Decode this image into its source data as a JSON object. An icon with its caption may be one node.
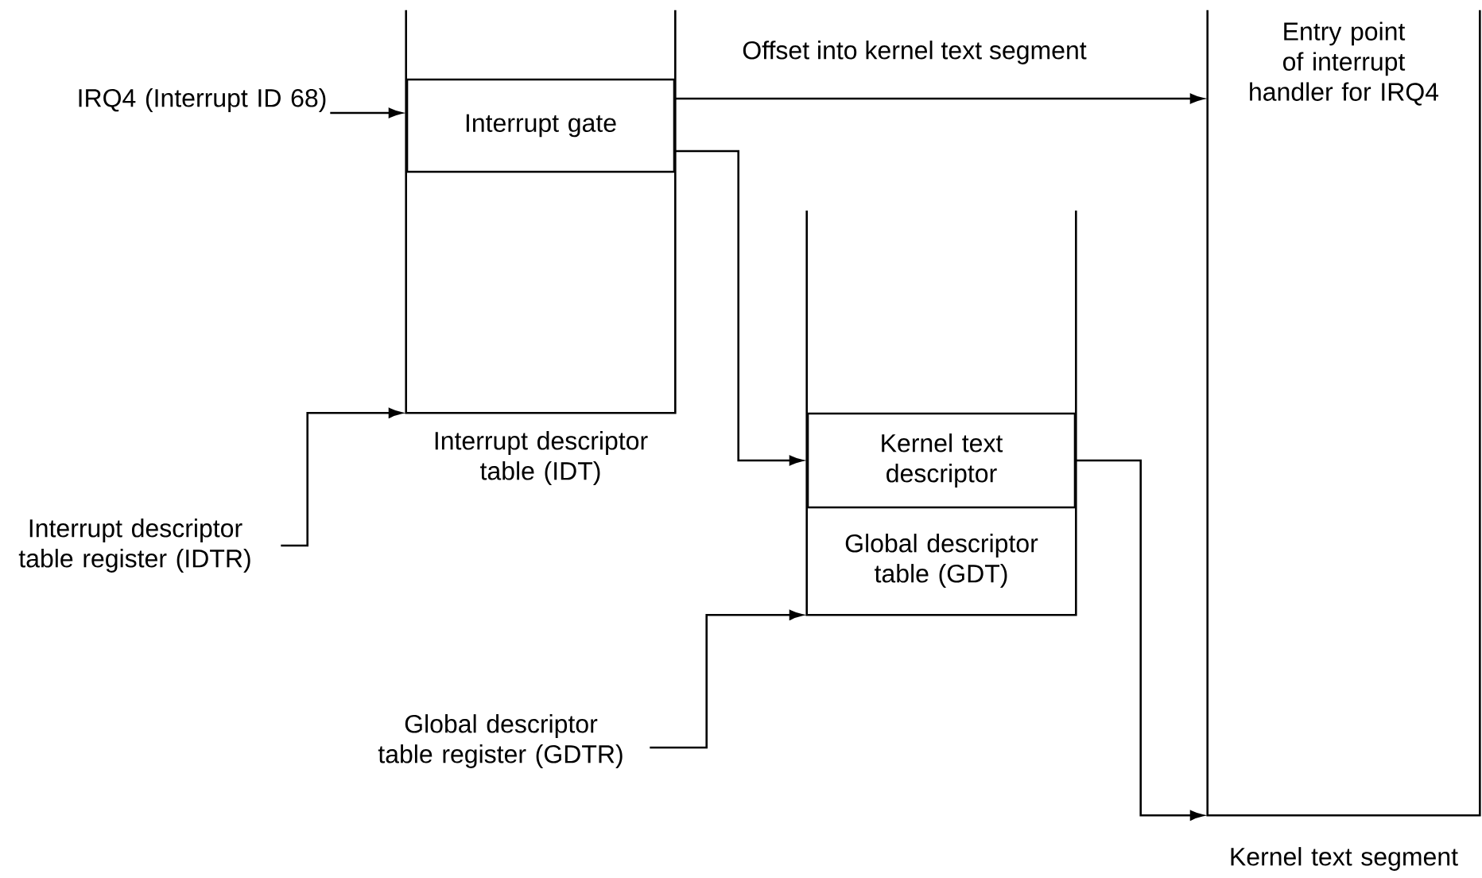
{
  "diagram": {
    "nodes": [
      {
        "text": [
          "IRQ4 (Interrupt ID 68)"
        ]
      },
      {
        "text": [
          "Interrupt descriptor table (IDT)"
        ]
      },
      {
        "text": [
          "Interrupt gate"
        ],
        "in": 1
      },
      {
        "text": [
          "Entry point of interrupt handler for IRQ4",
          "Kernel text segment"
        ]
      },
      {
        "text": [
          "Interrupt descriptor table register (IDTR)"
        ]
      },
      {
        "text": [
          "Global descriptor table (GDT)"
        ]
      },
      {
        "text": [
          "Kernel text descriptor"
        ],
        "in": 5
      },
      {
        "text": [
          "Global descriptor table register (GDTR)"
        ]
      }
    ],
    "edges": [
      {
        "from": 0,
        "to": 2,
        "arrow": "to"
      },
      {
        "from": 2,
        "to": 3,
        "arrow": "to",
        "label": "Offset into kernel text segment"
      },
      {
        "from": 2,
        "to": 6,
        "arrow": "to"
      },
      {
        "from": 4,
        "to": 1,
        "arrow": "to"
      },
      {
        "from": 6,
        "to": 3,
        "arrow": "to"
      },
      {
        "from": 7,
        "to": 5,
        "arrow": "to"
      }
    ]
  }
}
